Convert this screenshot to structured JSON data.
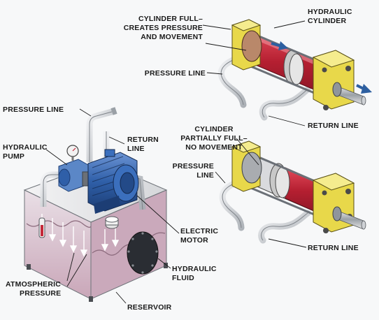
{
  "labels": {
    "cyl_full_1": "CYLINDER FULL–",
    "cyl_full_2": "CREATES PRESSURE",
    "cyl_full_3": "AND MOVEMENT",
    "hydraulic_cylinder_1": "HYDRAULIC",
    "hydraulic_cylinder_2": "CYLINDER",
    "pressure_line_top": "PRESSURE LINE",
    "return_line_top": "RETURN LINE",
    "pressure_line_pump": "PRESSURE LINE",
    "return_line_pump_1": "RETURN",
    "return_line_pump_2": "LINE",
    "hydraulic_pump_1": "HYDRAULIC",
    "hydraulic_pump_2": "PUMP",
    "cyl_partial_1": "CYLINDER",
    "cyl_partial_2": "PARTIALLY FULL–",
    "cyl_partial_3": "NO MOVEMENT",
    "pressure_line_mid_1": "PRESSURE",
    "pressure_line_mid_2": "LINE",
    "return_line_bottom": "RETURN LINE",
    "electric_motor_1": "ELECTRIC",
    "electric_motor_2": "MOTOR",
    "hydraulic_fluid_1": "HYDRAULIC",
    "hydraulic_fluid_2": "FLUID",
    "atmospheric_1": "ATMOSPHERIC",
    "atmospheric_2": "PRESSURE",
    "reservoir": "RESERVOIR"
  },
  "colors": {
    "cylinder_end": "#e8d84a",
    "cylinder_fluid": "#c4283a",
    "reservoir_side": "#d9b8c8",
    "motor": "#2f5fa8",
    "arrow": "#2d5fa0",
    "pipe": "#c9cdd2"
  }
}
